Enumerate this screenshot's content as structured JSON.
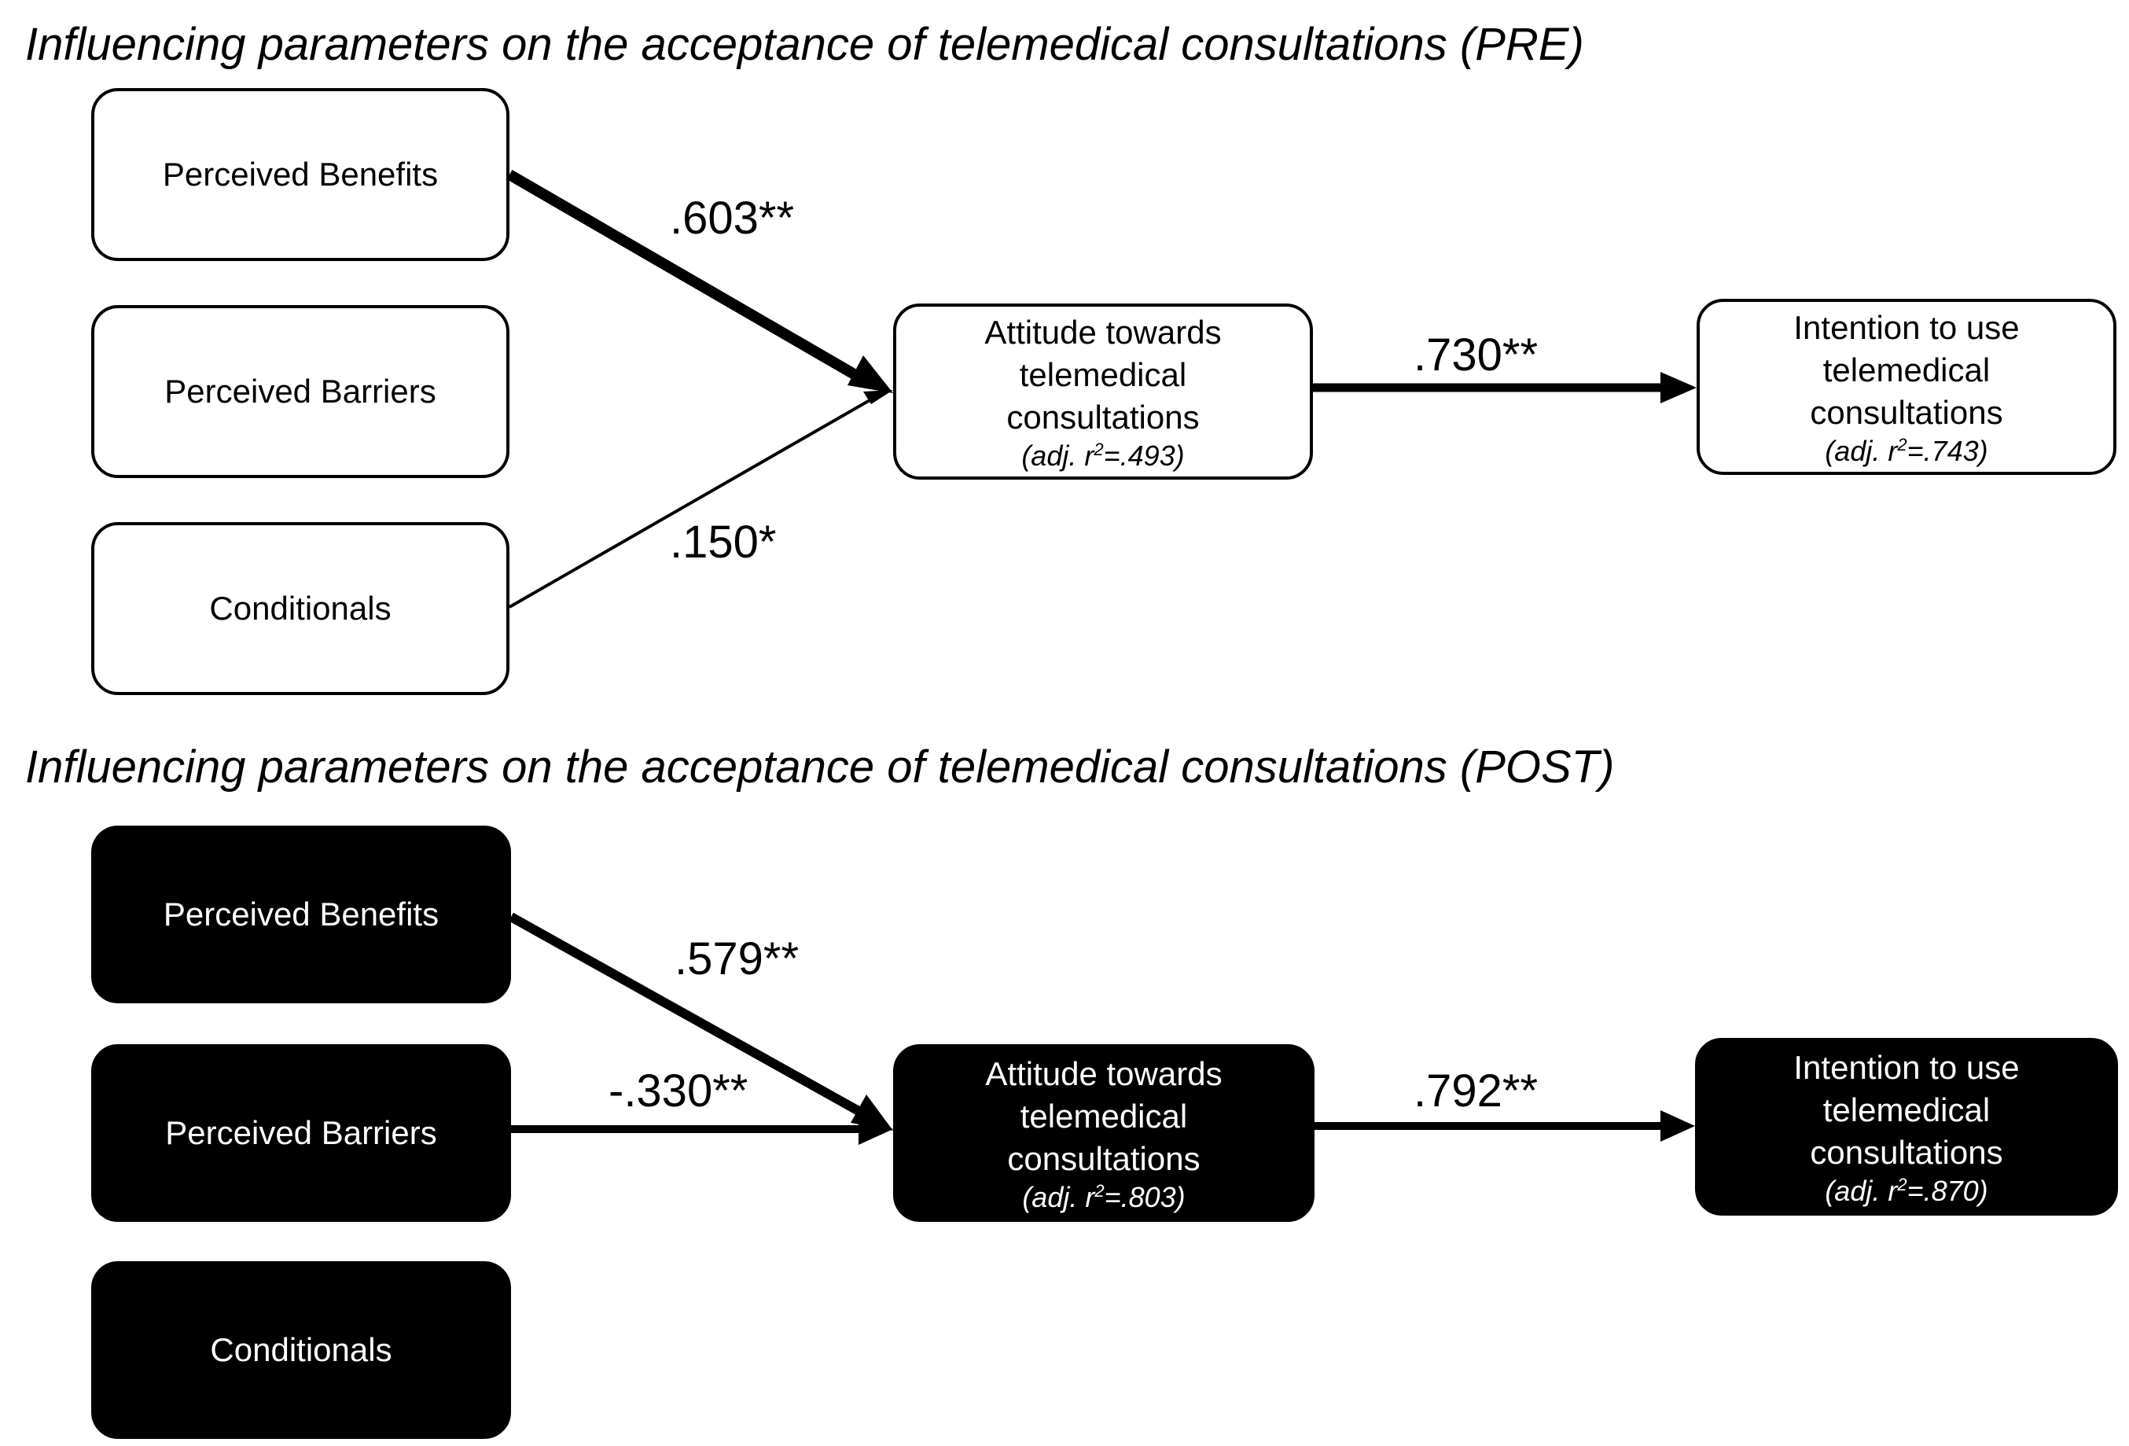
{
  "pre": {
    "title": "Influencing parameters on the acceptance of telemedical consultations (PRE)",
    "nodes": {
      "benefits": "Perceived Benefits",
      "barriers": "Perceived Barriers",
      "conditionals": "Conditionals",
      "attitude": {
        "lines": [
          "Attitude towards",
          "telemedical",
          "consultations"
        ],
        "r2_prefix": "(adj. r",
        "r2_sup": "2",
        "r2_value": "=.493)"
      },
      "intention": {
        "lines": [
          "Intention to use",
          "telemedical",
          "consultations"
        ],
        "r2_prefix": "(adj. r",
        "r2_sup": "2",
        "r2_value": "=.743)"
      }
    },
    "paths": {
      "benefits_attitude": ".603**",
      "conditionals_attitude": ".150*",
      "attitude_intention": ".730**"
    }
  },
  "post": {
    "title": "Influencing parameters on the acceptance of telemedical consultations (POST)",
    "nodes": {
      "benefits": "Perceived Benefits",
      "barriers": "Perceived Barriers",
      "conditionals": "Conditionals",
      "attitude": {
        "lines": [
          "Attitude towards",
          "telemedical",
          "consultations"
        ],
        "r2_prefix": "(adj. r",
        "r2_sup": "2",
        "r2_value": "=.803)"
      },
      "intention": {
        "lines": [
          "Intention to use",
          "telemedical",
          "consultations"
        ],
        "r2_prefix": "(adj. r",
        "r2_sup": "2",
        "r2_value": "=.870)"
      }
    },
    "paths": {
      "benefits_attitude": ".579**",
      "barriers_attitude": "-.330**",
      "attitude_intention": ".792**"
    }
  },
  "colors": {
    "pre_box_fill": "#ffffff",
    "post_box_fill": "#000000",
    "stroke": "#000000"
  }
}
